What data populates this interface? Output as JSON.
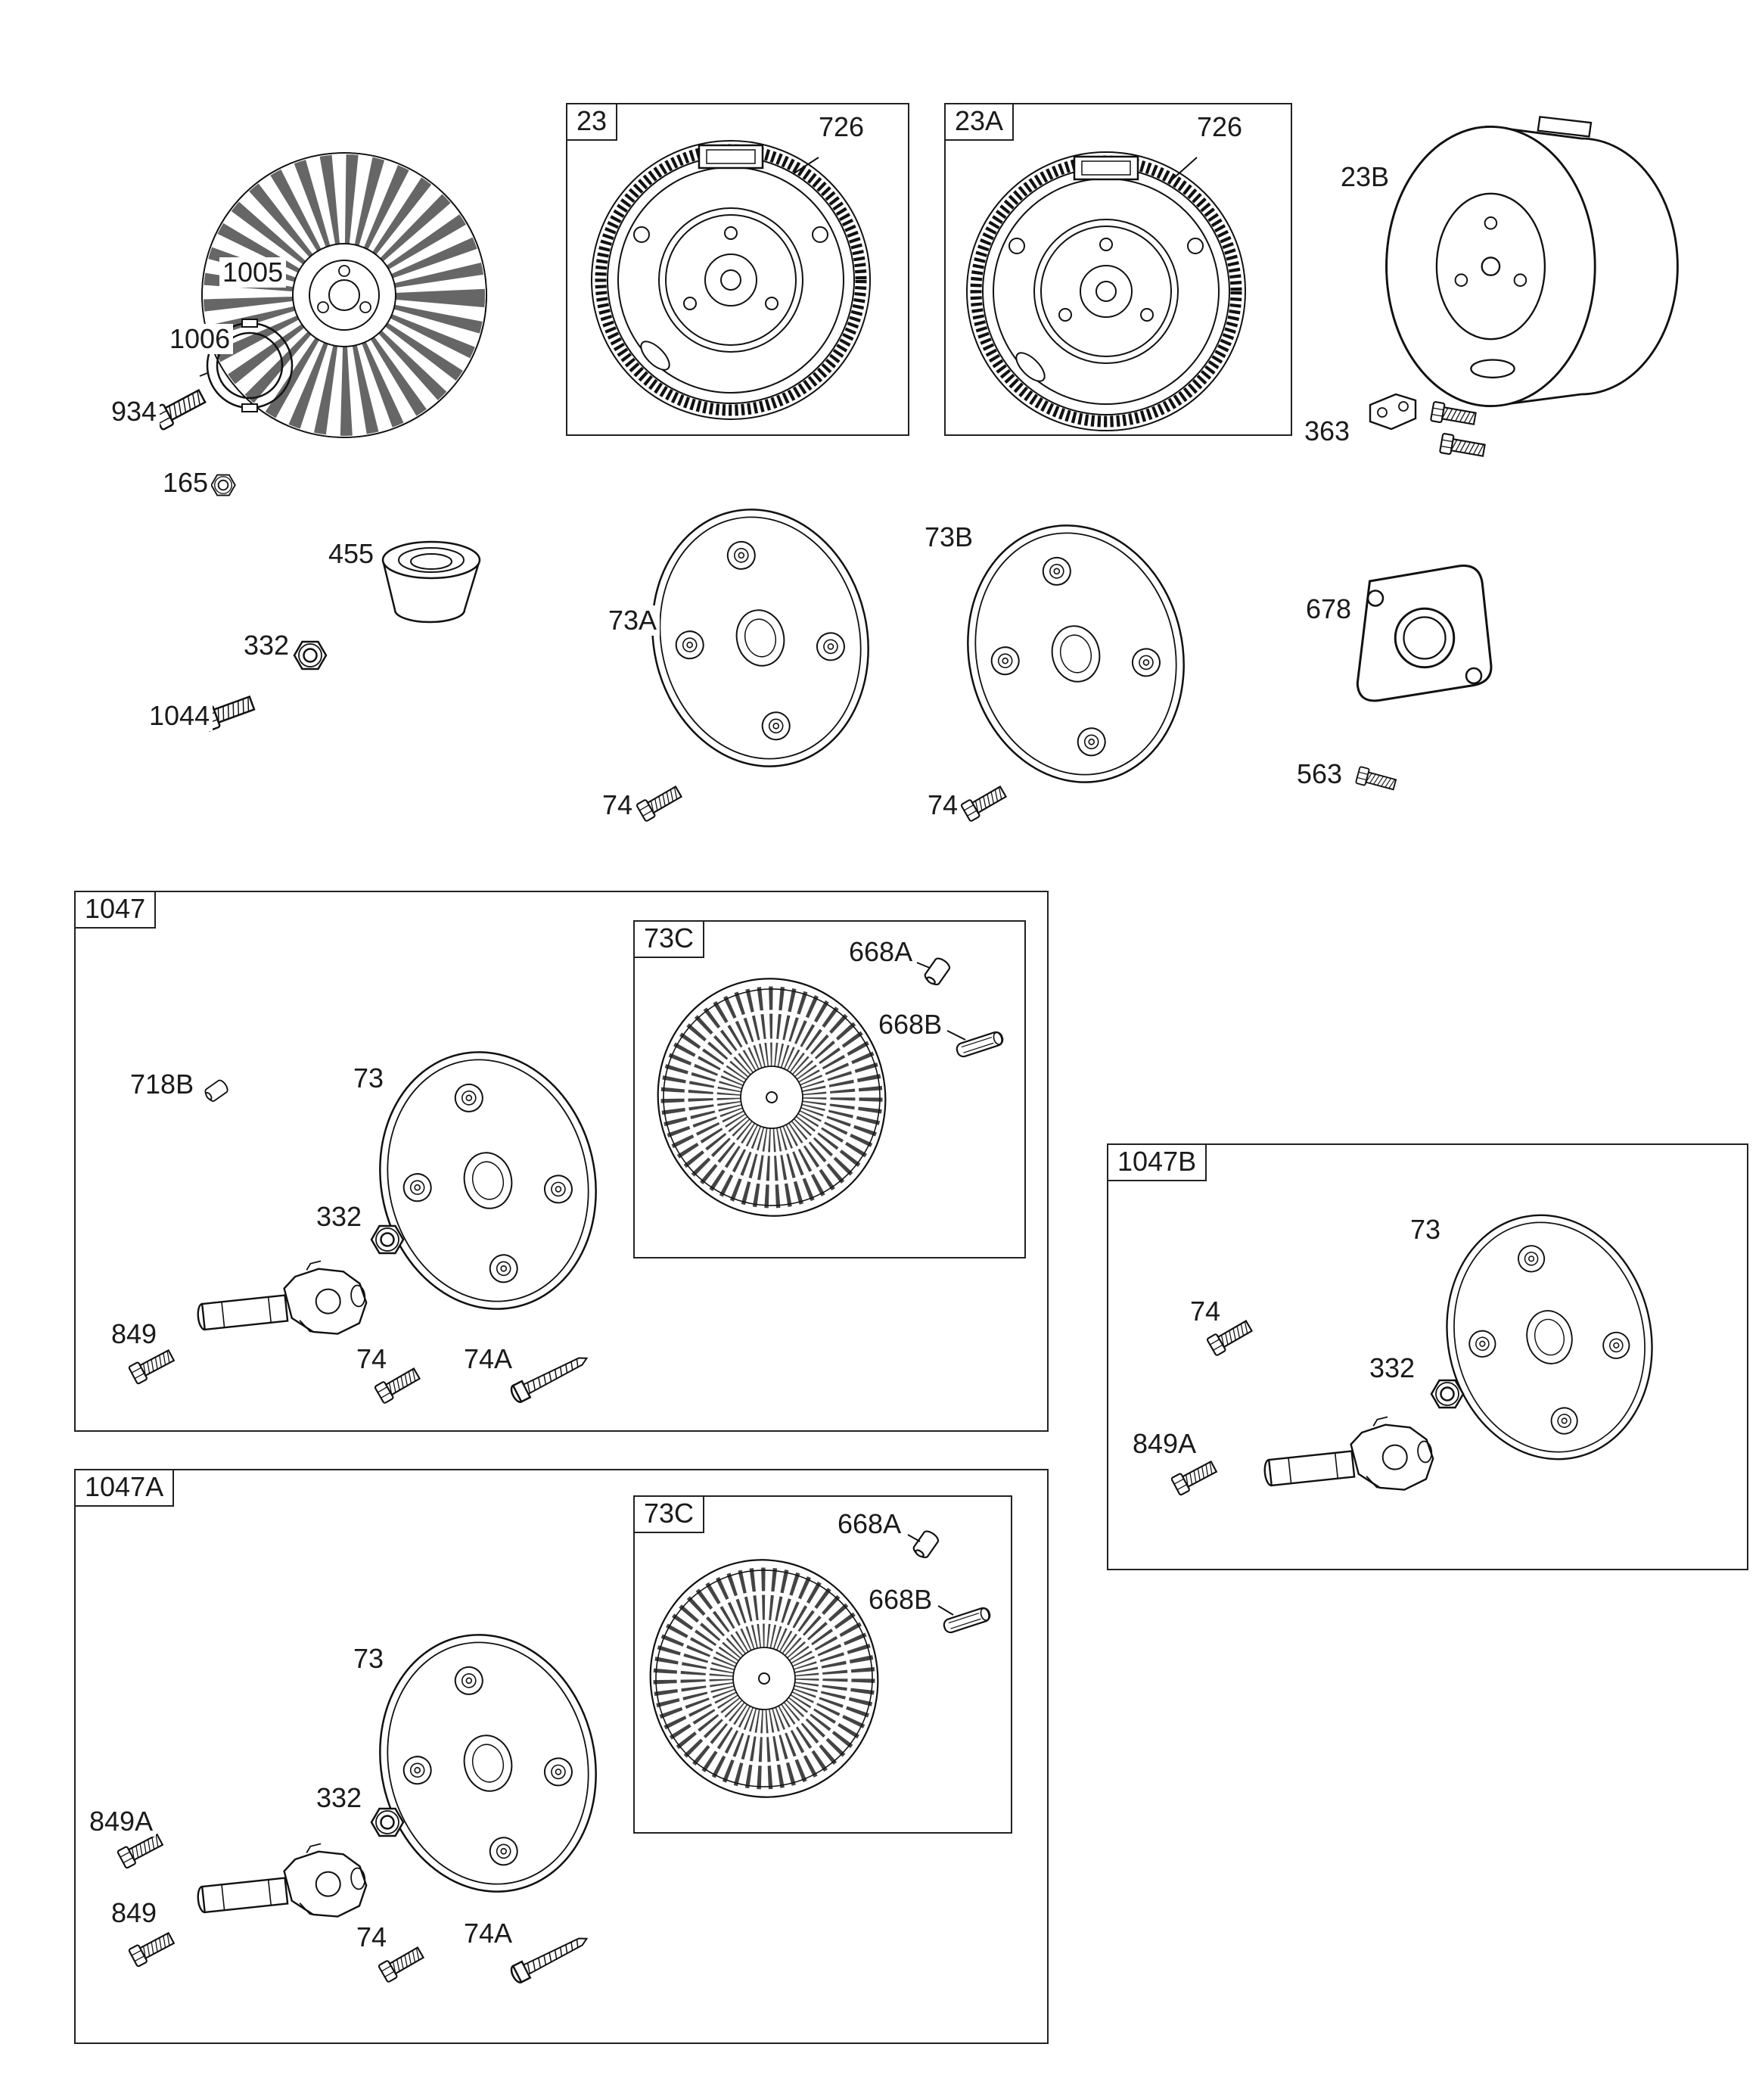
{
  "diagram": {
    "boxes": {
      "b23": "23",
      "b23A": "23A",
      "b1047": "1047",
      "b1047A": "1047A",
      "b1047B": "1047B",
      "b73C": "73C"
    },
    "parts": {
      "p23B": "23B",
      "p73": "73",
      "p73A": "73A",
      "p73B": "73B",
      "p74": "74",
      "p74A": "74A",
      "p165": "165",
      "p332": "332",
      "p363": "363",
      "p455": "455",
      "p563": "563",
      "p678": "678",
      "p668A": "668A",
      "p668B": "668B",
      "p718B": "718B",
      "p726": "726",
      "p849": "849",
      "p849A": "849A",
      "p934": "934",
      "p1005": "1005",
      "p1006": "1006",
      "p1044": "1044"
    }
  }
}
